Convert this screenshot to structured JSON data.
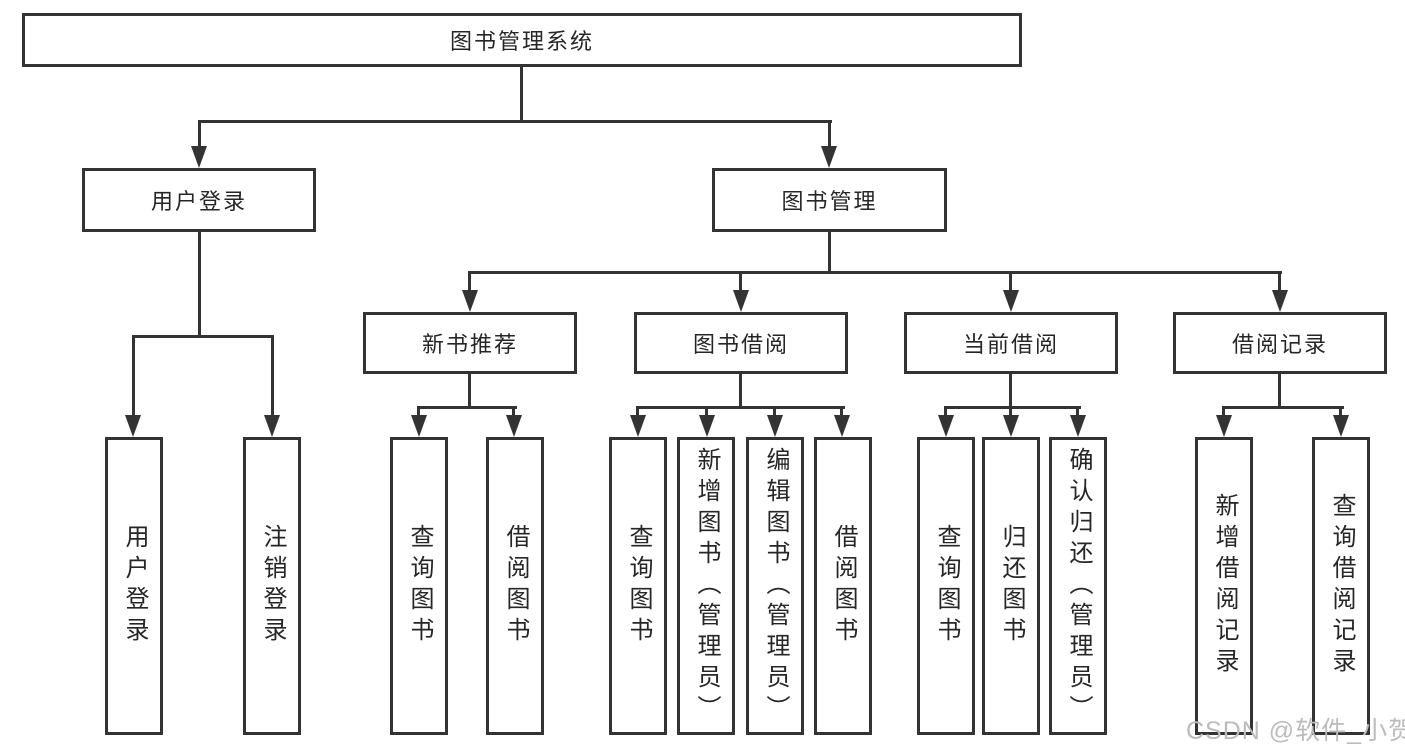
{
  "diagram": {
    "title": "图书管理系统",
    "level2": {
      "user_login": "用户登录",
      "book_mgmt": "图书管理"
    },
    "level3": {
      "new_books": "新书推荐",
      "book_borrow": "图书借阅",
      "current_borrow": "当前借阅",
      "borrow_records": "借阅记录"
    },
    "leaves": {
      "ul_login": "用户登录",
      "ul_logout": "注销登录",
      "nb_query": "查询图书",
      "nb_borrow": "借阅图书",
      "bb_query": "查询图书",
      "bb_add": "新增图书（管理员）",
      "bb_edit": "编辑图书（管理员）",
      "bb_borrow": "借阅图书",
      "cb_query": "查询图书",
      "cb_return": "归还图书",
      "cb_confirm": "确认归还（管理员）",
      "br_add": "新增借阅记录",
      "br_query": "查询借阅记录"
    },
    "watermark": "CSDN @软件_小贺同学",
    "colors": {
      "line": "#333333",
      "text": "#262626",
      "watermark": "#bcbcbc"
    }
  }
}
